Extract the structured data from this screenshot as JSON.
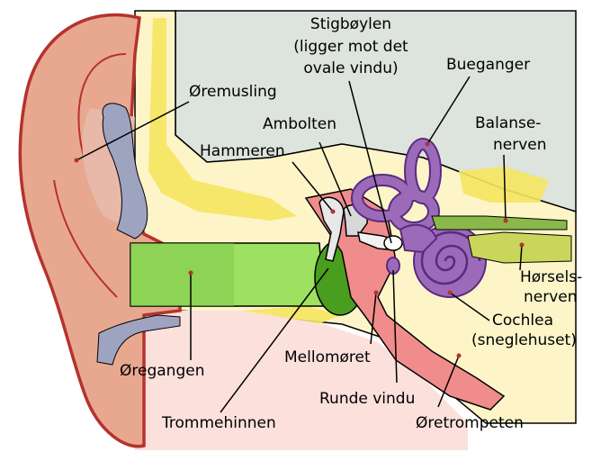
{
  "labels": {
    "auricle": "Øremusling",
    "ear_canal": "Øregangen",
    "eardrum": "Trommehinnen",
    "hammer": "Hammeren",
    "anvil": "Ambolten",
    "stirrup_line1": "Stigbøylen",
    "stirrup_line2": "(ligger mot det",
    "stirrup_line3": "ovale vindu)",
    "semicircular": "Bueganger",
    "balance_line1": "Balanse-",
    "balance_line2": "nerven",
    "hearing_line1": "Hørsels-",
    "hearing_line2": "nerven",
    "cochlea_line1": "Cochlea",
    "cochlea_line2": "(sneglehuset)",
    "middle_ear": "Mellomøret",
    "round_window": "Runde vindu",
    "eustachian": "Øretrompeten"
  },
  "colors": {
    "skin": "#e8a890",
    "skin_dark": "#b5322e",
    "skin_light": "#fbe0dc",
    "bone": "#fdf5c8",
    "bone_yellow": "#f5e560",
    "gray_bg": "#dde3dd",
    "canal_green": "#9ee060",
    "drum_green": "#4a9e1f",
    "cochlea_purple": "#9b6ab8",
    "nerve_green": "#8ab84a",
    "tube_pink": "#f08c8c",
    "cartilage": "#9ea3c0"
  }
}
